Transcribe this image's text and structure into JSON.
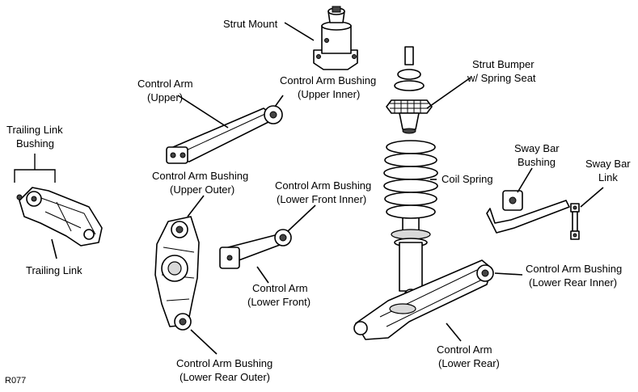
{
  "figure_code": "R077",
  "labels": {
    "strut_mount": "Strut Mount",
    "strut_bumper_1": "Strut Bumper",
    "strut_bumper_2": "w/ Spring Seat",
    "control_arm_upper_1": "Control Arm",
    "control_arm_upper_2": "(Upper)",
    "cab_upper_inner_1": "Control Arm Bushing",
    "cab_upper_inner_2": "(Upper Inner)",
    "trailing_link_bushing_1": "Trailing Link",
    "trailing_link_bushing_2": "Bushing",
    "cab_upper_outer_1": "Control Arm Bushing",
    "cab_upper_outer_2": "(Upper Outer)",
    "cab_lower_front_inner_1": "Control Arm Bushing",
    "cab_lower_front_inner_2": "(Lower Front Inner)",
    "coil_spring": "Coil Spring",
    "sway_bar_bushing_1": "Sway Bar",
    "sway_bar_bushing_2": "Bushing",
    "sway_bar_link_1": "Sway Bar",
    "sway_bar_link_2": "Link",
    "trailing_link": "Trailing Link",
    "control_arm_lower_front_1": "Control Arm",
    "control_arm_lower_front_2": "(Lower Front)",
    "cab_lower_rear_inner_1": "Control Arm Bushing",
    "cab_lower_rear_inner_2": "(Lower Rear Inner)",
    "control_arm_lower_rear_1": "Control Arm",
    "control_arm_lower_rear_2": "(Lower Rear)",
    "cab_lower_rear_outer_1": "Control Arm Bushing",
    "cab_lower_rear_outer_2": "(Lower Rear Outer)"
  }
}
